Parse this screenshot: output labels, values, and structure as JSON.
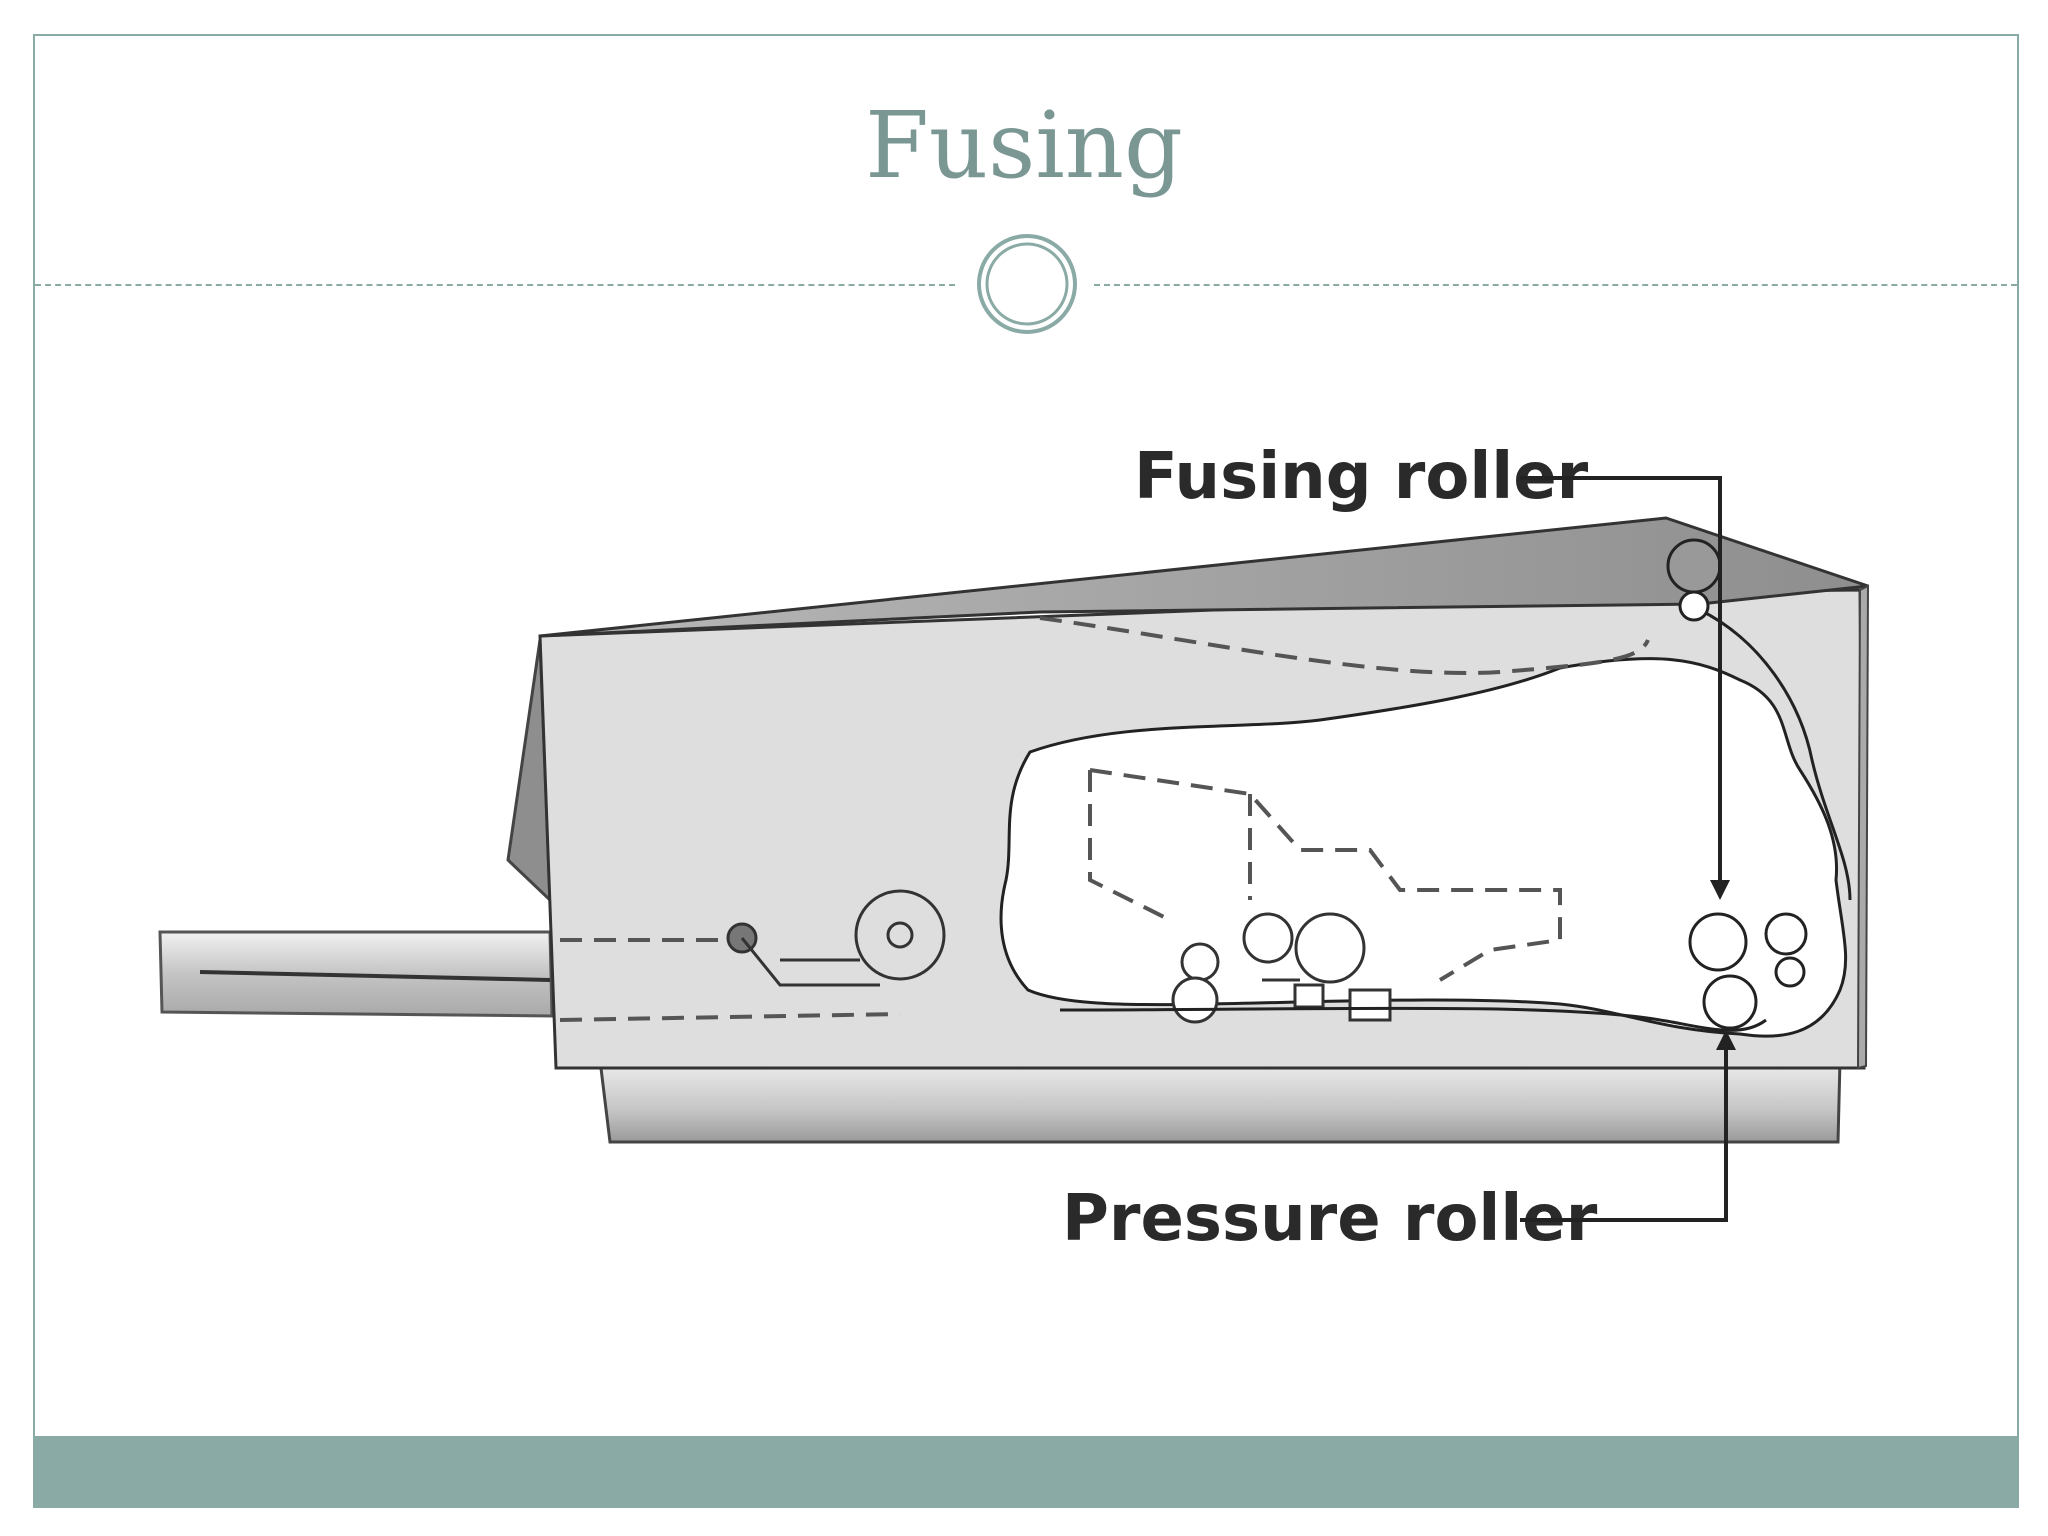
{
  "slide": {
    "title": "Fusing"
  },
  "diagram": {
    "labels": {
      "fusing_roller": "Fusing roller",
      "pressure_roller": "Pressure roller"
    }
  },
  "colors": {
    "accent": "#8aaaa6",
    "title": "#7a9794",
    "printer_body": "#dcdcdc",
    "printer_dark": "#9c9c9c",
    "line": "#333333"
  }
}
